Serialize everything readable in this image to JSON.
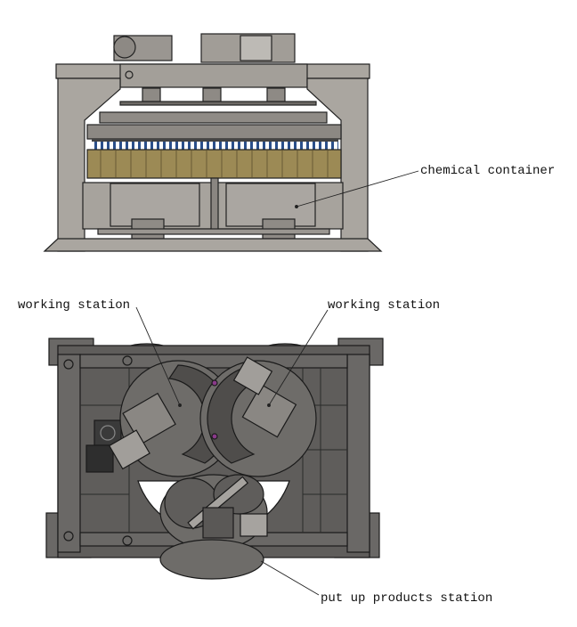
{
  "labels": {
    "chemical_container": "chemical container",
    "working_station_left": "working station",
    "working_station_right": "working station",
    "put_up_products_station": "put up products station"
  },
  "colors": {
    "frame_light": "#a9a59f",
    "frame_dark": "#5f5d5b",
    "container": "#9c8a55",
    "nozzle": "#2b4f8a",
    "line": "#222222"
  }
}
